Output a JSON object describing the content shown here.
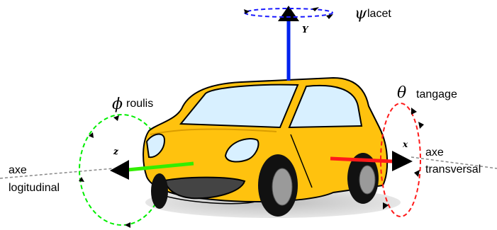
{
  "yaw": {
    "symbol": "ψ",
    "label": "lacet",
    "axis_letter": "Y",
    "color": "#1a1aff"
  },
  "roll": {
    "symbol": "ϕ",
    "label": "roulis",
    "axis_letter": "z",
    "color": "#00ee00",
    "axis_name_line1": "axe",
    "axis_name_line2": "logitudinal"
  },
  "pitch": {
    "symbol": "θ",
    "label": "tangage",
    "axis_letter": "x",
    "color": "#ff1a1a",
    "axis_name_line1": "axe",
    "axis_name_line2": "transversal"
  },
  "car": {
    "body_color": "#ffc20e",
    "window_color": "#d8f0ff",
    "tire_color": "#111111",
    "shadow_color": "#cccccc"
  }
}
